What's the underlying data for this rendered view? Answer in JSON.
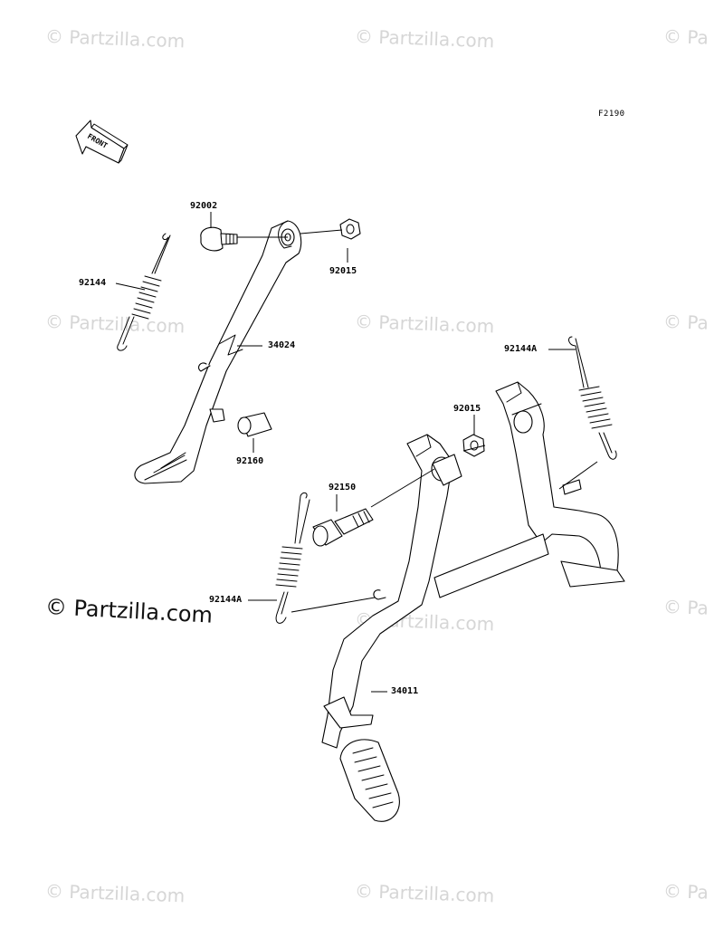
{
  "watermarks": [
    "© Partzilla.com",
    "© Partzilla.com",
    "© Pa",
    "© Partzilla.com",
    "© Partzilla.com",
    "© Pa",
    "© Partzilla.com",
    "© Pa",
    "© Partzilla.com",
    "© Partzilla.com",
    "© Pa"
  ],
  "brand": "© Partzilla.com",
  "figure_code": "F2190",
  "front_arrow_label": "FRONT",
  "callouts": {
    "p92002": "92002",
    "p92144": "92144",
    "p92015_top": "92015",
    "p34024": "34024",
    "p92160": "92160",
    "p92144A_right": "92144A",
    "p92015_mid": "92015",
    "p92150": "92150",
    "p92144A_left": "92144A",
    "p34011": "34011"
  }
}
